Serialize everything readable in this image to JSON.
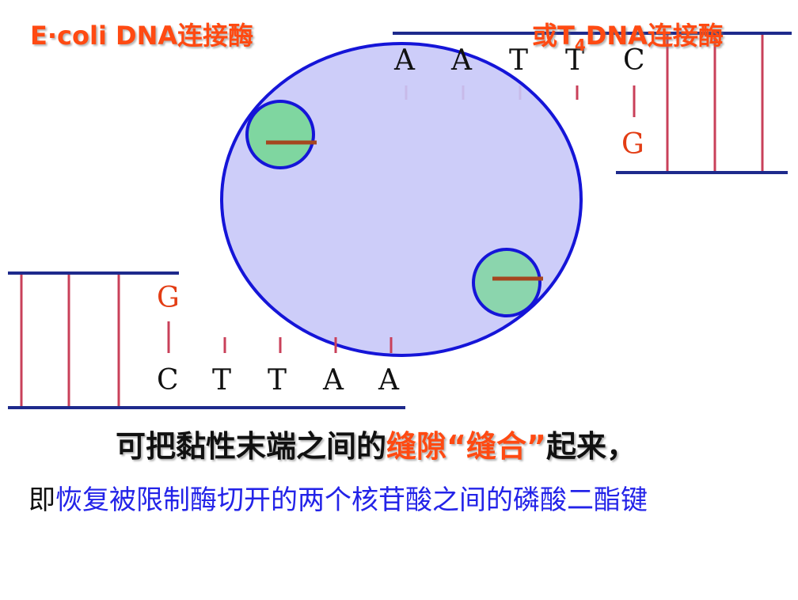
{
  "title_left": "E·coli DNA连接酶",
  "title_right": {
    "prefix": "或T",
    "subscript": "4",
    "suffix": "DNA连接酶"
  },
  "upper_fragment": {
    "top_bases": [
      "A",
      "A",
      "T",
      "T",
      "C"
    ],
    "bottom_base": "G"
  },
  "lower_fragment": {
    "top_base": "G",
    "bottom_bases": [
      "C",
      "T",
      "T",
      "A",
      "A"
    ]
  },
  "caption_line1": {
    "main": "可把黏性末端之间的",
    "highlight": "缝隙“缝合”",
    "end": "起来，"
  },
  "caption_line2": {
    "prefix": "即",
    "rest": "恢复被限制酶切开的两个核苷酸之间的磷酸二酯键"
  },
  "colors": {
    "strand": "#1e2a8c",
    "rung": "#c9405a",
    "enzyme_fill": "#c8c8f8",
    "enzyme_stroke": "#1515d8",
    "site_fill": "#7fd6a0",
    "bond": "#a5461f",
    "orange_text": "#ff4a12",
    "blue_text": "#2323e8"
  }
}
